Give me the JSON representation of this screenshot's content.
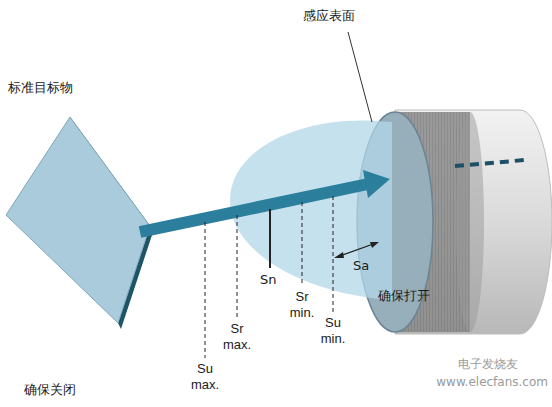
{
  "diagram": {
    "labels": [
      "感应表面",
      "标准目标物",
      "Su max.",
      "Sr max.",
      "Sn",
      "Sr min.",
      "Su min.",
      "Sa",
      "确保打开",
      "确保关闭",
      "电子发烧友",
      "www.elecfans.com"
    ]
  }
}
